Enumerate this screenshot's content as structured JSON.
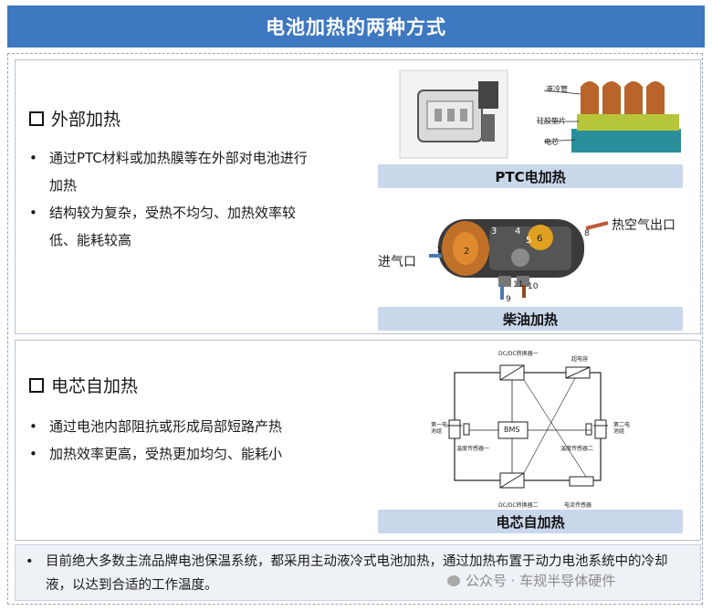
{
  "title": "电池加热的两种方式",
  "section1": {
    "heading": "外部加热",
    "bullets": [
      "通过PTC材料或加热膜等在外部对电池进行加热",
      "结构较为复杂，受热不均匀、加热效率较低、能耗较高"
    ],
    "ptc_caption": "PTC电加热",
    "ptc_labels": [
      "液冷管",
      "硅胶垫片",
      "电芯"
    ],
    "diesel_caption": "柴油加热",
    "diesel_labels": {
      "inlet": "进气口",
      "outlet": "热空气出口",
      "numbers": [
        "1",
        "2",
        "3",
        "4",
        "5",
        "6",
        "8",
        "9",
        "10",
        "11"
      ]
    }
  },
  "section2": {
    "heading": "电芯自加热",
    "bullets": [
      "通过电池内部阻抗或形成局部短路产热",
      "加热效率更高，受热更加均匀、能耗小"
    ],
    "caption": "电芯自加热",
    "circuit_labels": {
      "dcdc1": "DC/DC转换器一",
      "dcdc2": "DC/DC转换器二",
      "super_cap": "超电容",
      "bms": "BMS",
      "pack1": "第一电池组",
      "pack2": "第二电池组",
      "temp1": "温度传感器一",
      "temp2": "温度传感器二",
      "current": "电流传感器"
    }
  },
  "note": "目前绝大多数主流品牌电池保温系统，都采用主动液冷式电池加热，通过加热布置于动力电池系统中的冷却液，以达到合适的工作温度。",
  "watermark": "公众号 · 车规半导体硬件",
  "colors": {
    "title_bg": "#3d78c0",
    "caption_bg": "#c9d7ea"
  }
}
